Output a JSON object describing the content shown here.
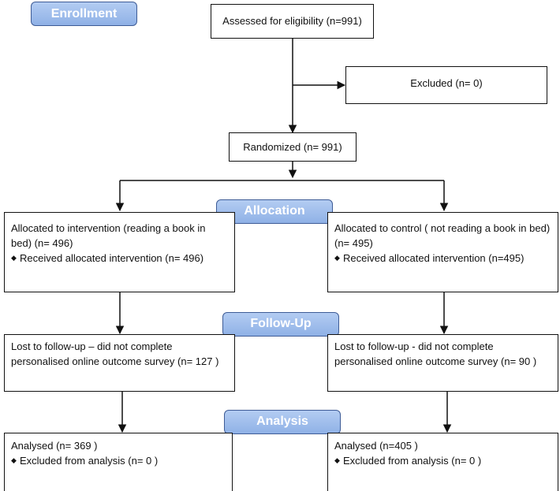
{
  "stages": {
    "enrollment": "Enrollment",
    "allocation": "Allocation",
    "followup": "Follow-Up",
    "analysis": "Analysis"
  },
  "assessed": "Assessed for eligibility (n=991)",
  "excluded": "Excluded  (n= 0)",
  "randomized": "Randomized (n= 991)",
  "intervention": {
    "allocated": "Allocated to intervention (reading a book in bed) (n= 496)",
    "received": "Received allocated intervention (n= 496)",
    "lost": "Lost to follow-up – did not complete personalised online outcome survey (n= 127 )",
    "analysed": "Analysed (n= 369 )",
    "excluded_analysis": "Excluded from analysis (n= 0 )"
  },
  "control": {
    "allocated": "Allocated to control ( not reading a book in bed) (n= 495)",
    "received": "Received allocated intervention (n=495)",
    "lost": "Lost to follow-up - did not complete personalised online outcome survey (n= 90 )",
    "analysed": "Analysed (n=405 )",
    "excluded_analysis": "Excluded from analysis (n= 0 )"
  },
  "bullet_icon": "diamond-bullet"
}
